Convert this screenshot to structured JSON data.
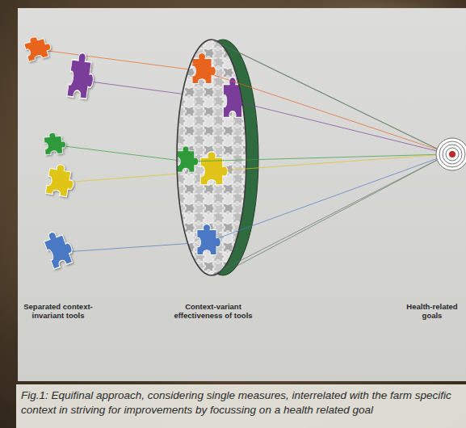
{
  "diagram": {
    "caption": "Fig.1: Equifinal approach, considering single measures, interrelated with the farm specific context in striving for improvements by focussing on a health related goal",
    "labels": [
      "Separated context-invariant tools",
      "Context-variant effectiveness of tools",
      "Health-related goals"
    ]
  }
}
